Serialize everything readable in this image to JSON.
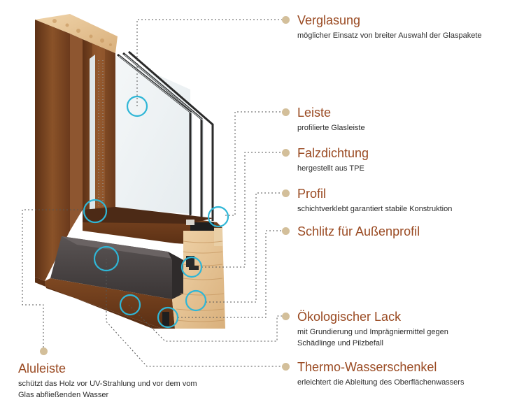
{
  "callouts": [
    {
      "title": "Verglasung",
      "desc": [
        "möglicher Einsatz von breiter Auswahl der Glaspakete"
      ]
    },
    {
      "title": "Leiste",
      "desc": [
        "profilierte Glasleiste"
      ]
    },
    {
      "title": "Falzdichtung",
      "desc": [
        "hergestellt aus TPE"
      ]
    },
    {
      "title": "Profil",
      "desc": [
        "schichtverklebt garantiert stabile Konstruktion"
      ]
    },
    {
      "title": "Schlitz für Außenprofil",
      "desc": []
    },
    {
      "title": "Ökologischer Lack",
      "desc": [
        "mit Grundierung und Imprägniermittel gegen",
        "Schädlinge und Pilzbefall"
      ]
    },
    {
      "title": "Thermo-Wasserschenkel",
      "desc": [
        "erleichtert die Ableitung des Oberflächenwassers"
      ]
    },
    {
      "title": "Aluleiste",
      "desc": [
        "schützt das Holz vor UV-Strahlung und vor dem vom",
        "Glas abfließenden Wasser"
      ]
    }
  ],
  "colors": {
    "title": "#9a4a22",
    "bullet": "#d3bf9a",
    "marker": "#2fb6d6",
    "wood_dark": "#6b3a1c",
    "wood_mid": "#8a5228",
    "aluminium": "#4a4444",
    "end_grain": "#e3c49a"
  }
}
